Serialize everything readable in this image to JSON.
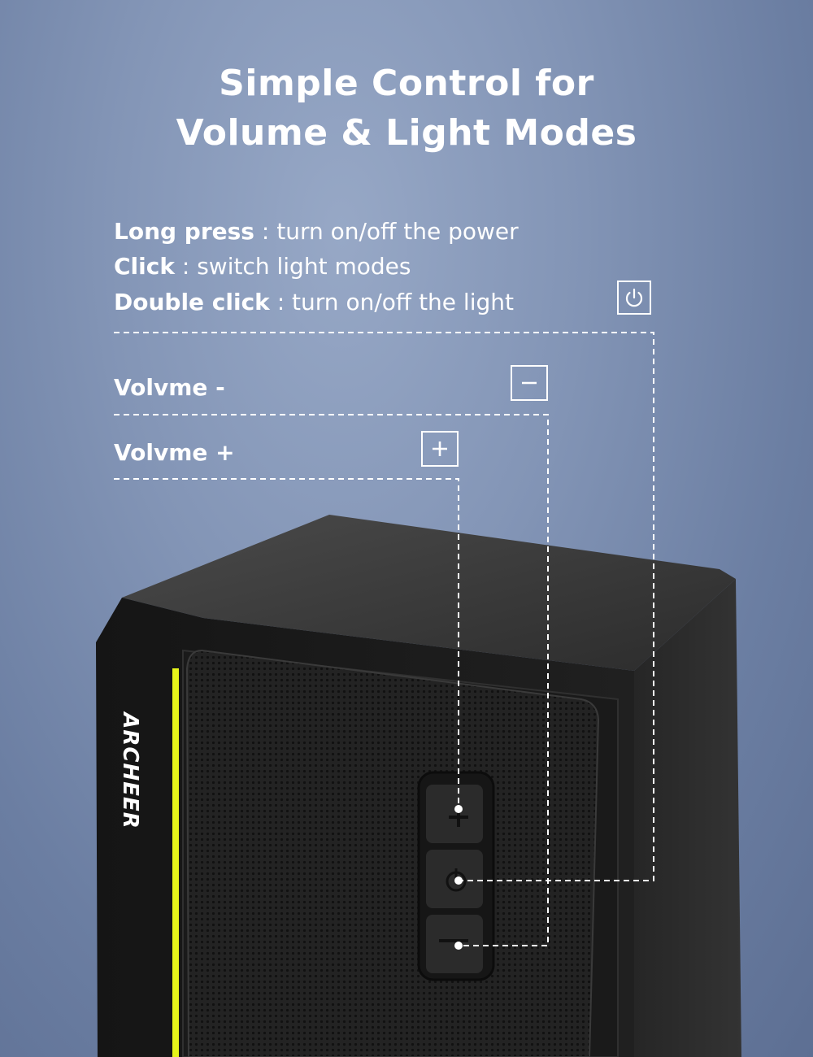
{
  "headline": {
    "line1": "Simple Control for",
    "line2": "Volume & Light Modes"
  },
  "instructions": [
    {
      "action": "Long press",
      "sep": " : ",
      "desc": "turn on/off the power"
    },
    {
      "action": "Click",
      "sep": " : ",
      "desc": "switch light modes"
    },
    {
      "action": "Double click",
      "sep": " : ",
      "desc": "turn on/off the light"
    }
  ],
  "volume_down_label": "Volvme -",
  "volume_up_label": "Volvme +",
  "brand": "ARCHEER",
  "icons": {
    "power": "power-icon",
    "minus": "minus-icon",
    "plus": "plus-icon"
  },
  "colors": {
    "background": "#8395b6",
    "speaker_body": "#1e1e1e",
    "led_strip": "#e6f51a",
    "text": "#ffffff"
  }
}
